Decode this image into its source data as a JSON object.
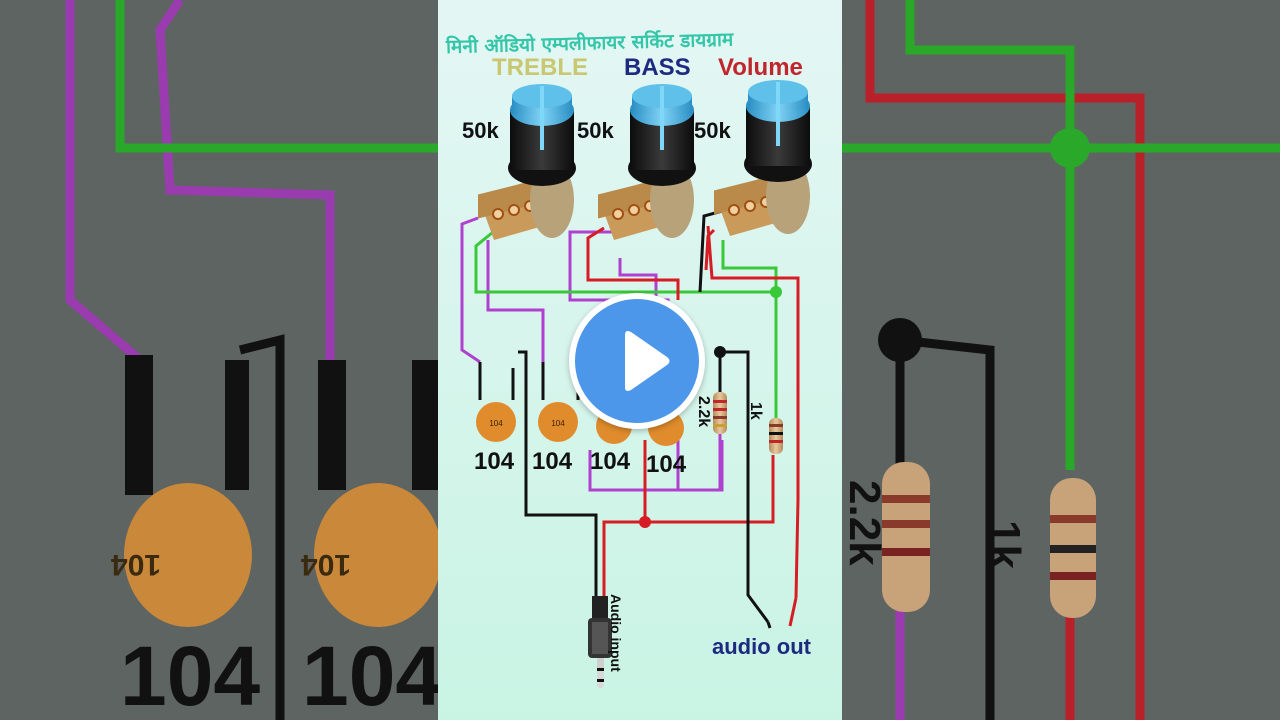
{
  "title": "मिनी ऑडियो एम्पलीफायर सर्किट डायग्राम",
  "knobs": [
    {
      "name": "TREBLE",
      "value": "50k",
      "color": "#c9c870"
    },
    {
      "name": "BASS",
      "value": "50k",
      "color": "#1e2a80"
    },
    {
      "name": "Volume",
      "value": "50k",
      "color": "#c0262c"
    }
  ],
  "capacitors": [
    "104",
    "104",
    "104",
    "104"
  ],
  "cap_marking": "104",
  "resistors": [
    "2.2k",
    "1k"
  ],
  "audio_input_label": "Audio input",
  "audio_out_label": "audio out",
  "play_icon": "play-icon",
  "colors": {
    "background": "#f2fbf6",
    "title": "#34c6a8",
    "wire_purple": "#b040d0",
    "wire_green": "#38c838",
    "wire_red": "#d81c24",
    "wire_black": "#111111",
    "capacitor": "#e08c2c",
    "knob_cap": "#4fb0e0",
    "play_button": "#4c97ea"
  },
  "background_labels": {
    "left_caps": [
      "104",
      "104"
    ],
    "left_cap_marking": "104",
    "right_resistors": [
      "2.2k",
      "1k"
    ]
  }
}
